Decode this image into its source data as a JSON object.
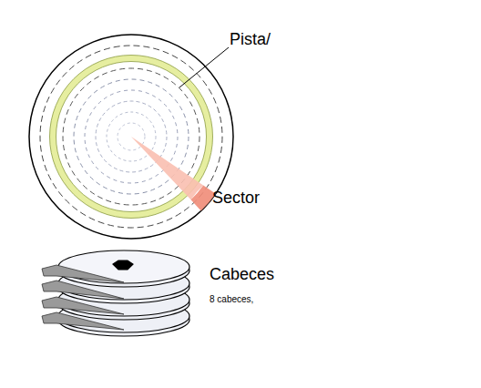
{
  "diagram": {
    "labels": [
      "Pista/",
      "Sector",
      "Cabeces",
      "8 cabeces,"
    ]
  }
}
